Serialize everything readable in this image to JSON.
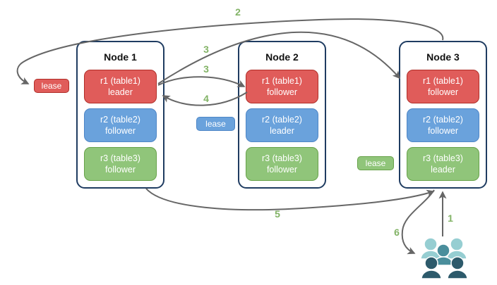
{
  "colors": {
    "red": {
      "fill": "#e05c5a",
      "border": "#b02e28",
      "text": "#ffffff"
    },
    "blue": {
      "fill": "#6aa2dc",
      "border": "#4e86c6",
      "text": "#ffffff"
    },
    "green": {
      "fill": "#90c57a",
      "border": "#67a24a",
      "text": "#ffffff"
    },
    "node_border": {
      "border": "#1f3c61"
    },
    "step_label": {
      "text": "#82b366"
    },
    "arrow": "#666666",
    "people": {
      "light": "#96ced2",
      "medium": "#4a8e9c",
      "dark": "#2d5a6b"
    }
  },
  "nodes": [
    {
      "title": "Node 1",
      "replicas": [
        {
          "name": "r1 (table1)",
          "role": "leader",
          "color": "red"
        },
        {
          "name": "r2 (table2)",
          "role": "follower",
          "color": "blue"
        },
        {
          "name": "r3 (table3)",
          "role": "follower",
          "color": "green"
        }
      ]
    },
    {
      "title": "Node 2",
      "replicas": [
        {
          "name": "r1 (table1)",
          "role": "follower",
          "color": "red"
        },
        {
          "name": "r2 (table2)",
          "role": "leader",
          "color": "blue"
        },
        {
          "name": "r3 (table3)",
          "role": "follower",
          "color": "green"
        }
      ]
    },
    {
      "title": "Node 3",
      "replicas": [
        {
          "name": "r1 (table1)",
          "role": "follower",
          "color": "red"
        },
        {
          "name": "r2 (table2)",
          "role": "follower",
          "color": "blue"
        },
        {
          "name": "r3 (table3)",
          "role": "leader",
          "color": "green"
        }
      ]
    }
  ],
  "leases": [
    {
      "label": "lease",
      "color": "red"
    },
    {
      "label": "lease",
      "color": "blue"
    },
    {
      "label": "lease",
      "color": "green"
    }
  ],
  "step_markers": [
    {
      "label": "2"
    },
    {
      "label": "3"
    },
    {
      "label": "3"
    },
    {
      "label": "4"
    },
    {
      "label": "5"
    },
    {
      "label": "6"
    },
    {
      "label": "1"
    }
  ],
  "icons": {
    "users_group": "users-group-icon"
  }
}
